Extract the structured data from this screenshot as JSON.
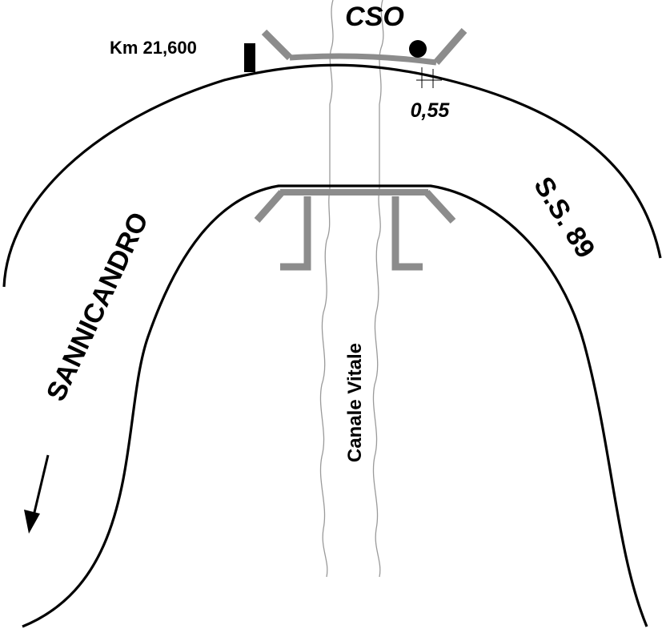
{
  "labels": {
    "station": "CSO",
    "km_marker": "Km 21,600",
    "distance": "0,55",
    "town": "SANNICANDRO",
    "road": "S.S. 89",
    "canal": "Canale Vitale"
  },
  "colors": {
    "road_line": "#000000",
    "bridge": "#8c8c8c",
    "canal_line": "#9a9a9a",
    "background": "#ffffff"
  },
  "icons": {
    "direction_arrow": "arrow-down-left-icon",
    "station_dot": "filled-circle-icon"
  }
}
